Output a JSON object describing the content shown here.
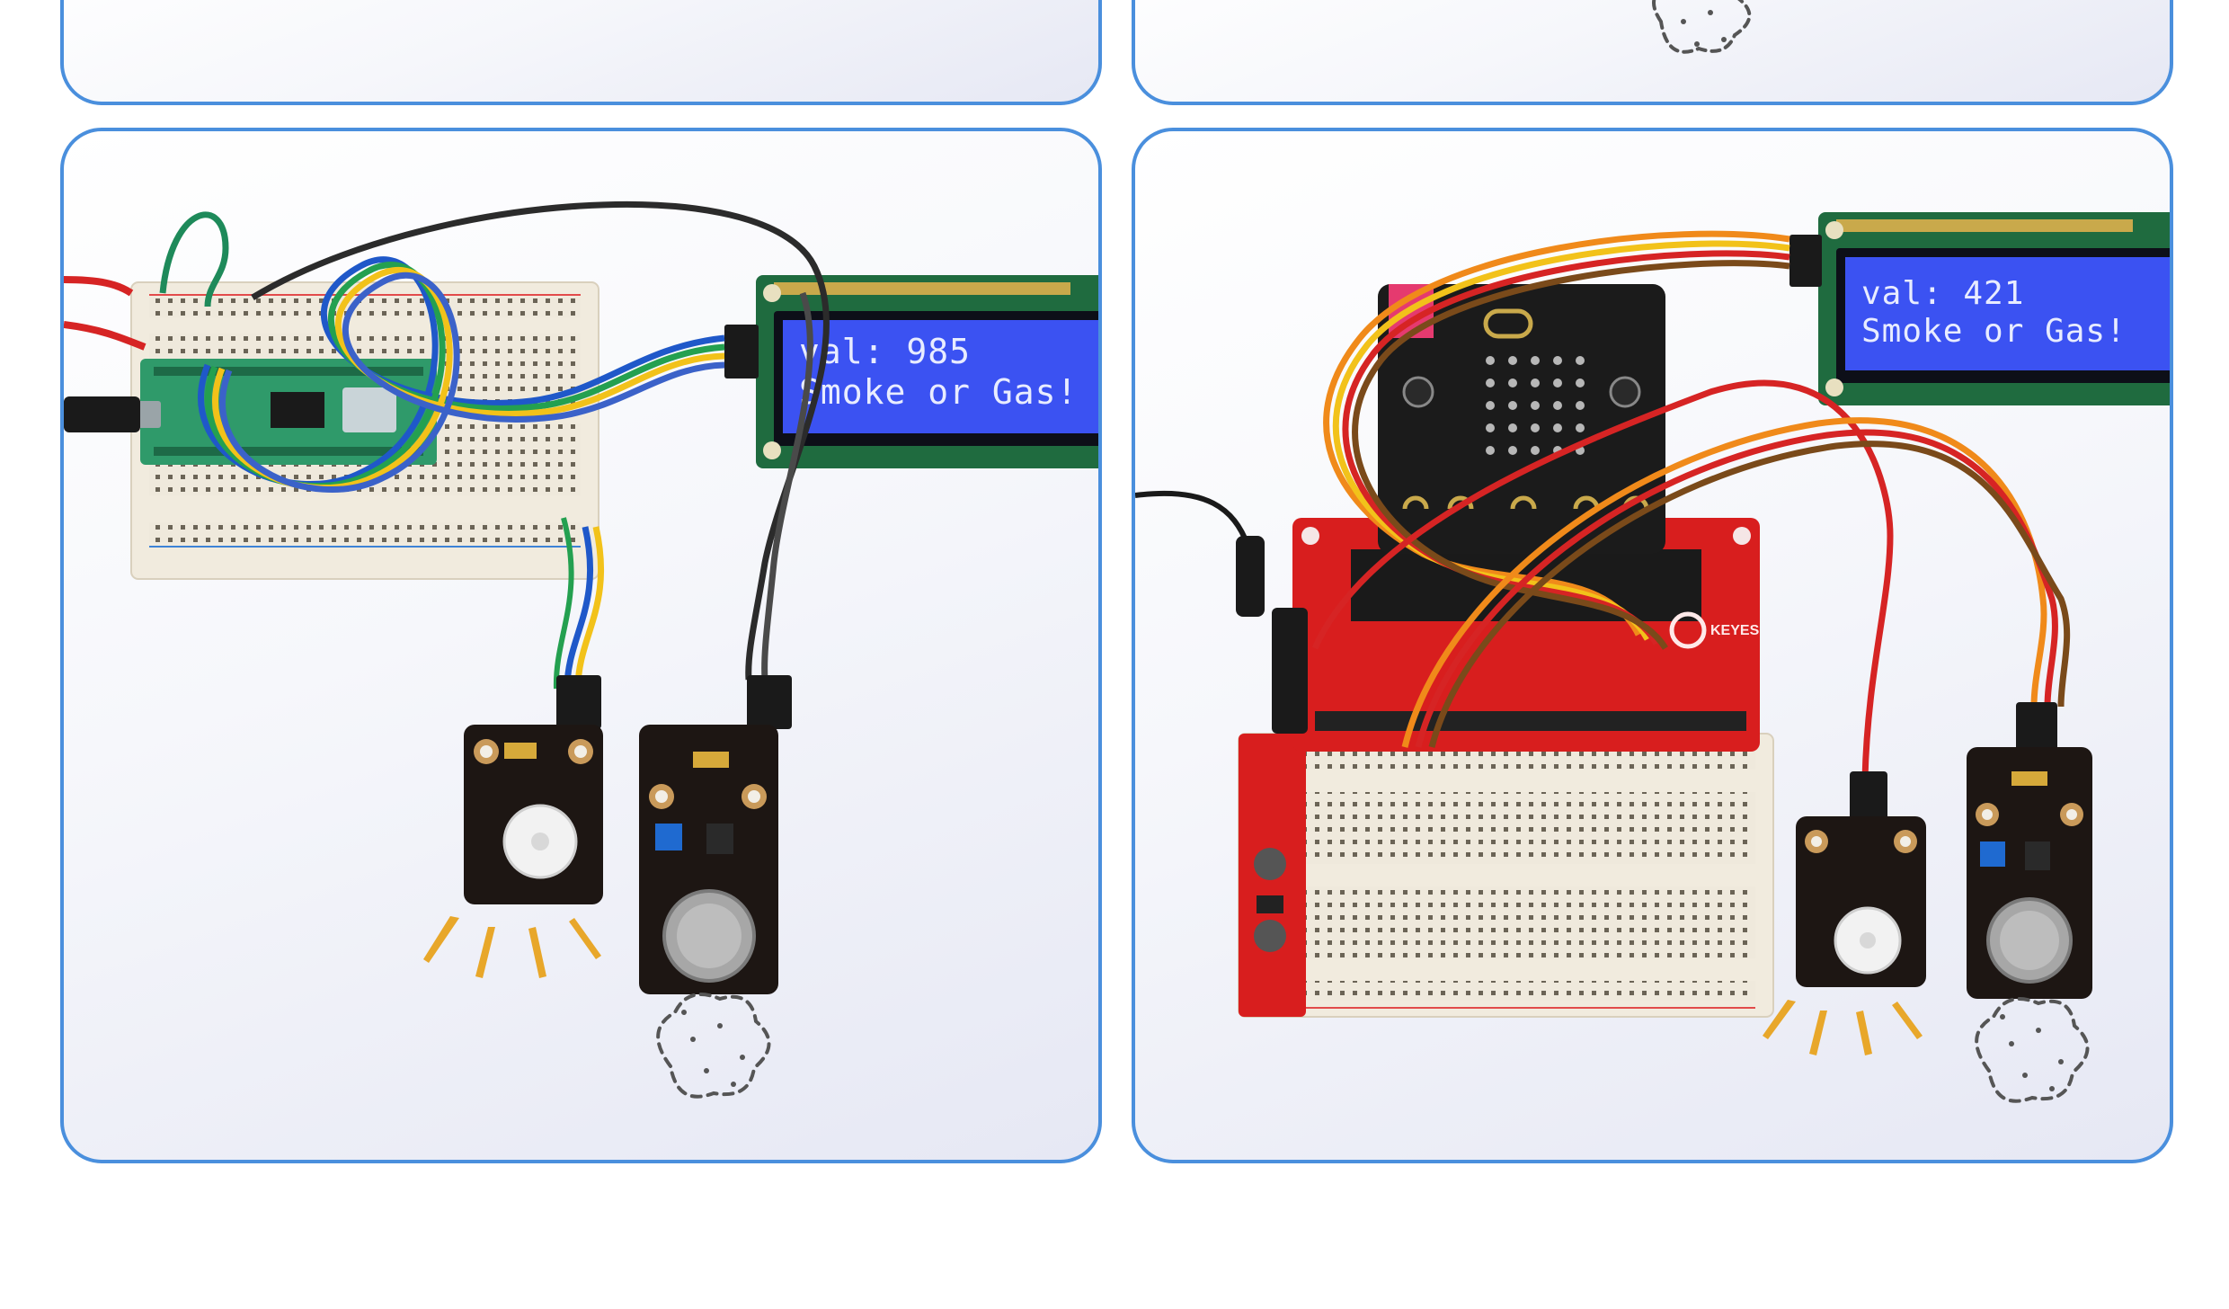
{
  "panels": [
    {
      "id": "pico-setup",
      "lcd": {
        "line1": "val: 985",
        "line2": "Smoke or Gas!"
      },
      "board": "pico-breadboard",
      "sensors": [
        "buzzer-module",
        "gas-sensor-module"
      ]
    },
    {
      "id": "microbit-setup",
      "lcd": {
        "line1": "val: 421",
        "line2": "Smoke or Gas!"
      },
      "board": "microbit-shield-breadboard",
      "sensors": [
        "buzzer-module",
        "gas-sensor-module"
      ]
    }
  ],
  "icons": [
    "smoke-cloud-icon",
    "sound-wave-icon"
  ],
  "colors": {
    "panel_border": "#4a8fdd",
    "lcd_backlight": "#3b52f2",
    "lcd_pcb": "#1f6b3f",
    "shield_red": "#d81e1e",
    "breadboard": "#f2ede2"
  }
}
